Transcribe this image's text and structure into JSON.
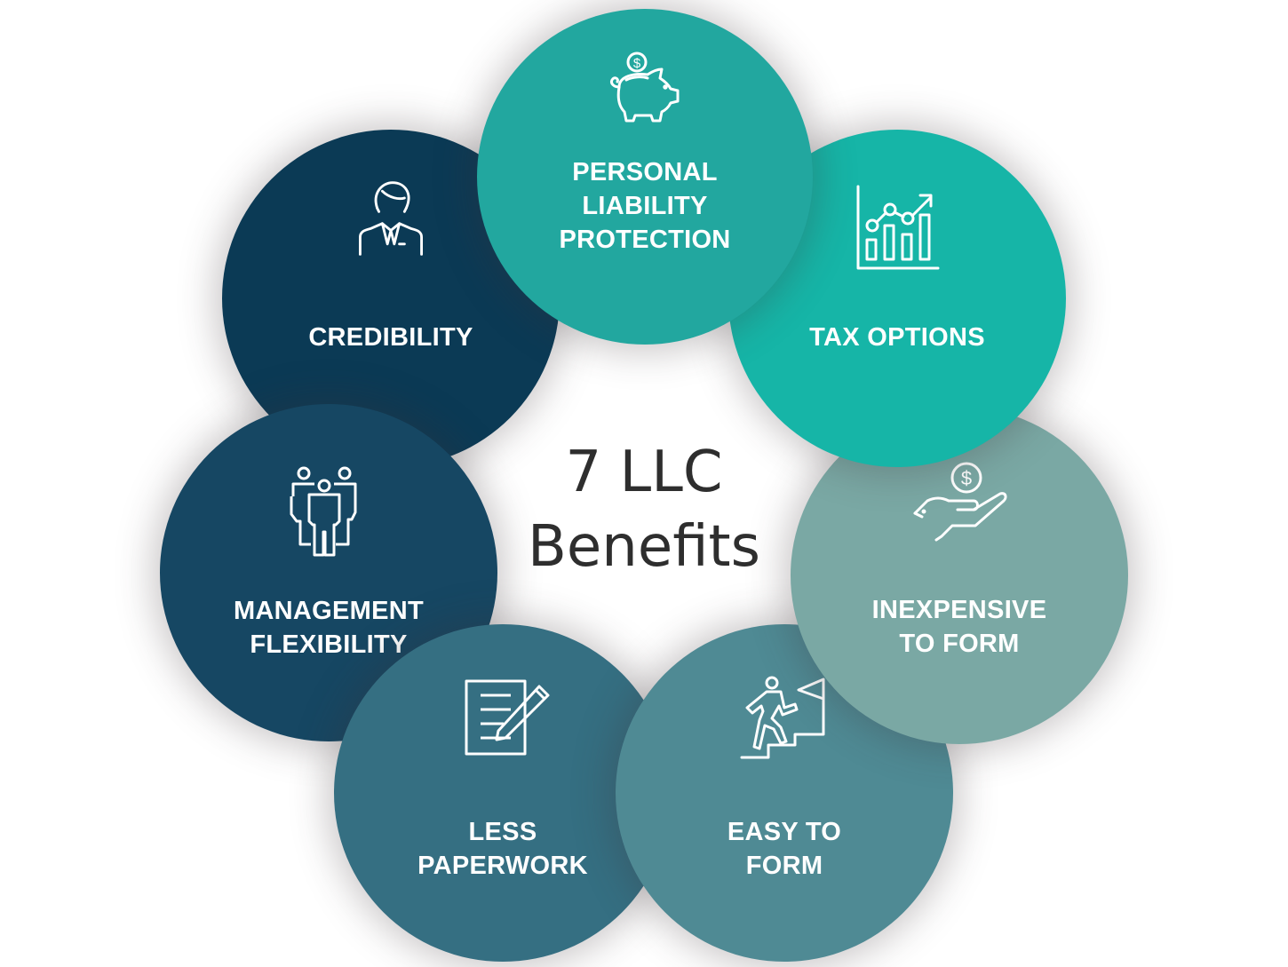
{
  "title": {
    "line1": "7 LLC",
    "line2": "Benefits",
    "color": "#2e2e2e"
  },
  "benefits": [
    {
      "id": "credibility",
      "label_lines": [
        "CREDIBILITY"
      ],
      "icon": "businessperson-icon",
      "color": "#0b3a55"
    },
    {
      "id": "management-flexibility",
      "label_lines": [
        "MANAGEMENT",
        "FLEXIBILITY"
      ],
      "icon": "team-group-icon",
      "color": "#164763"
    },
    {
      "id": "less-paperwork",
      "label_lines": [
        "LESS",
        "PAPERWORK"
      ],
      "icon": "document-pencil-icon",
      "color": "#356f82"
    },
    {
      "id": "easy-to-form",
      "label_lines": [
        "EASY TO",
        "FORM"
      ],
      "icon": "climbing-stairs-flag-icon",
      "color": "#4f8a94"
    },
    {
      "id": "inexpensive-to-form",
      "label_lines": [
        "INEXPENSIVE",
        "TO FORM"
      ],
      "icon": "hand-holding-dollar-icon",
      "color": "#7aa8a4"
    },
    {
      "id": "tax-options",
      "label_lines": [
        "TAX OPTIONS"
      ],
      "icon": "growth-chart-icon",
      "color": "#16b5a7"
    },
    {
      "id": "personal-liability-protection",
      "label_lines": [
        "PERSONAL",
        "LIABILITY",
        "PROTECTION"
      ],
      "icon": "piggy-bank-icon",
      "color": "#22a79f"
    }
  ]
}
